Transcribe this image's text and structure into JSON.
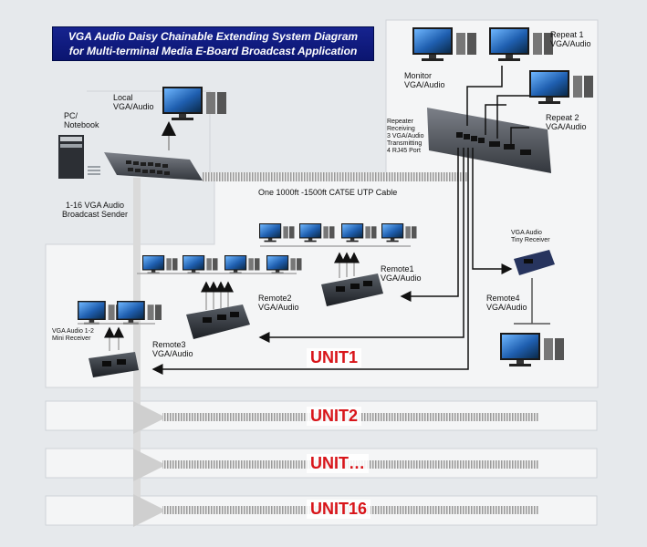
{
  "title": {
    "line1": "VGA Audio Daisy Chainable Extending System Diagram",
    "line2": "for Multi-terminal Media E-Board Broadcast Application"
  },
  "devices": {
    "pc": "PC/\nNotebook",
    "local": "Local\nVGA/Audio",
    "sender": "1-16 VGA Audio\nBroadcast Sender",
    "cable": "One 1000ft -1500ft CAT5E UTP Cable",
    "monitor": "Monitor\nVGA/Audio",
    "repeat1": "Repeat 1\nVGA/Audio",
    "repeat2": "Repeat 2\nVGA/Audio",
    "repeater": "Repeater\nReceiving\n3 VGA/Audio\nTransmitting\n4 RJ45 Port",
    "remote1": "Remote1\nVGA/Audio",
    "remote2": "Remote2\nVGA/Audio",
    "remote3": "Remote3\nVGA/Audio",
    "remote4": "Remote4\nVGA/Audio",
    "tiny": "VGA Audio\nTiny Receiver",
    "mini": "VGA Audio  1-2\nMini Receiver"
  },
  "units": [
    "UNIT1",
    "UNIT2",
    "UNIT…",
    "UNIT16"
  ],
  "colors": {
    "title_bg": "#13208a",
    "unit_text": "#d8151a",
    "cable": "#a9a9a9",
    "arrow": "#111111",
    "panel_line": "#d8d8d8"
  }
}
